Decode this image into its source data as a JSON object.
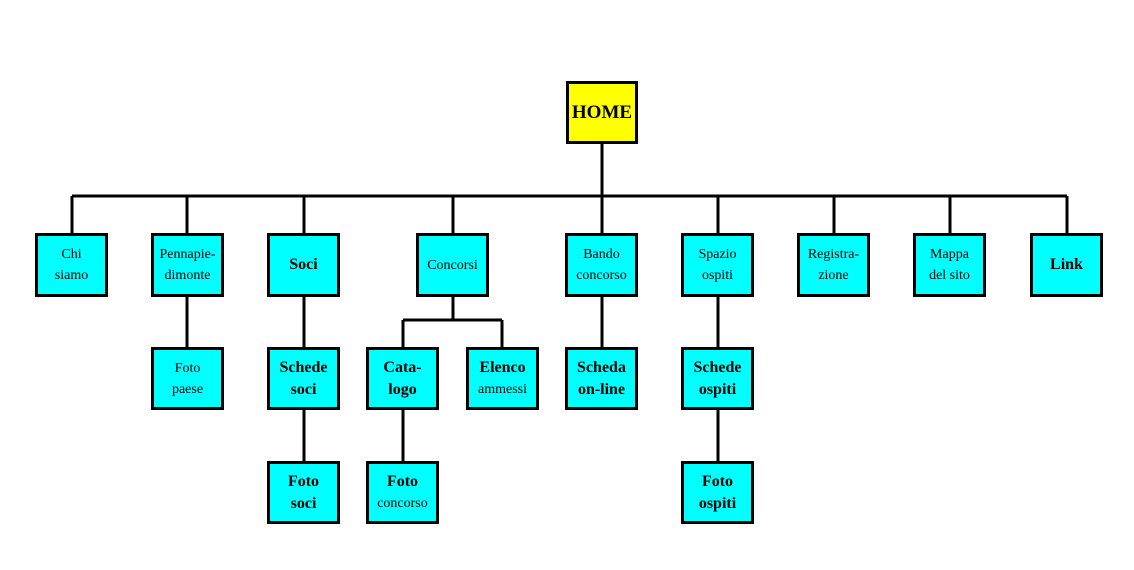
{
  "colors": {
    "home_fill": "#ffff00",
    "node_fill": "#00ffff",
    "line": "#000000"
  },
  "home": {
    "label": "HOME"
  },
  "top_level": [
    {
      "line1": "Chi",
      "line2": "siamo"
    },
    {
      "line1": "Pennapie-",
      "line2": "dimonte"
    },
    {
      "line1": "Soci",
      "line2": ""
    },
    {
      "line1": "Concorsi",
      "line2": ""
    },
    {
      "line1": "Bando",
      "line2": "concorso"
    },
    {
      "line1": "Spazio",
      "line2": "ospiti"
    },
    {
      "line1": "Registra-",
      "line2": "zione"
    },
    {
      "line1": "Mappa",
      "line2": "del sito"
    },
    {
      "line1": "Link",
      "line2": ""
    }
  ],
  "children": {
    "foto_paese": {
      "line1": "Foto",
      "line2": "paese"
    },
    "schede_soci": {
      "line1": "Schede",
      "line2": "soci"
    },
    "foto_soci": {
      "line1": "Foto",
      "line2": "soci"
    },
    "catalogo": {
      "line1": "Cata-",
      "line2": "logo"
    },
    "foto_concorso": {
      "line1": "Foto",
      "line2": "concorso"
    },
    "elenco_ammessi": {
      "line1": "Elenco",
      "line2": "ammessi"
    },
    "scheda_online": {
      "line1": "Scheda",
      "line2": "on-line"
    },
    "schede_ospiti": {
      "line1": "Schede",
      "line2": "ospiti"
    },
    "foto_ospiti": {
      "line1": "Foto",
      "line2": "ospiti"
    }
  }
}
